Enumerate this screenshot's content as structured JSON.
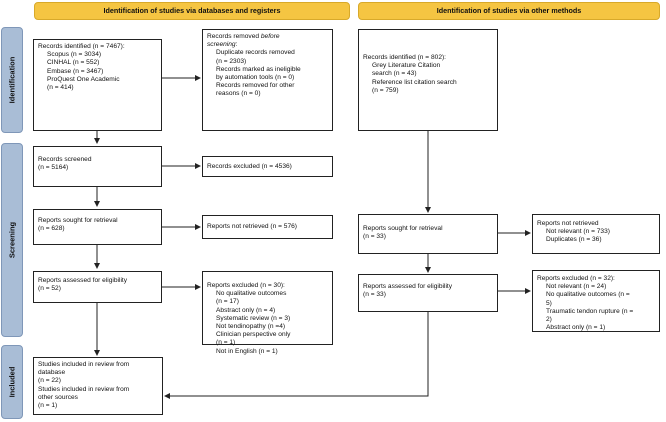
{
  "headers": {
    "db": "Identification of studies via databases and registers",
    "other": "Identification of studies via other methods"
  },
  "phases": {
    "identification": "Identification",
    "screening": "Screening",
    "included": "Included"
  },
  "db": {
    "identified": {
      "title": "Records identified (n = 7467):",
      "items": [
        "Scopus (n = 3034)",
        "CINHAL (n = 552)",
        "Embase (n = 3467)",
        "ProQuest One Academic",
        "(n = 414)"
      ]
    },
    "removed": {
      "title_pre": "Records removed ",
      "title_em": "before screening",
      "title_post": ":",
      "items": [
        "Duplicate records removed",
        "(n = 2303)",
        "Records marked as ineligible",
        "by automation tools (n = 0)",
        "Records removed for other",
        "reasons (n = 0)"
      ]
    },
    "screened": {
      "label": "Records screened",
      "n": "(n = 5164)"
    },
    "excluded": {
      "label": "Records excluded (n = 4536)"
    },
    "sought": {
      "label": "Reports sought for retrieval",
      "n": "(n = 628)"
    },
    "not_retrieved": {
      "label": "Reports not retrieved (n = 576)"
    },
    "assessed": {
      "label": "Reports assessed for eligibility",
      "n": "(n = 52)"
    },
    "reports_excluded": {
      "title": "Reports excluded (n = 30):",
      "items": [
        "No qualitative outcomes",
        "(n = 17)",
        "Abstract only (n = 4)",
        "Systematic review (n = 3)",
        "Not tendinopathy (n =4)",
        "Clinician perspective only",
        "(n = 1)",
        "Not in English (n = 1)"
      ]
    },
    "included": {
      "lines": [
        "Studies included in review from",
        "database",
        "(n = 22)",
        "Studies included in review from",
        "other sources",
        "(n = 1)"
      ]
    }
  },
  "other": {
    "identified": {
      "title": "Records identified (n = 802):",
      "items": [
        "Grey Literature Citation",
        "search (n = 43)",
        "Reference list citation search",
        "(n = 759)"
      ]
    },
    "sought": {
      "label": "Reports sought for retrieval",
      "n": "(n = 33)"
    },
    "not_retrieved": {
      "title": "Reports not retrieved",
      "items": [
        "Not relevant (n = 733)",
        "Duplicates (n = 36)"
      ]
    },
    "assessed": {
      "label": "Reports assessed for eligibility",
      "n": "(n = 33)"
    },
    "reports_excluded": {
      "title": "Reports excluded (n = 32):",
      "items": [
        "Not relevant (n = 24)",
        "No qualitative outcomes (n =",
        "5)",
        "Traumatic tendon rupture (n =",
        "2)",
        "Abstract only (n = 1)"
      ]
    }
  }
}
